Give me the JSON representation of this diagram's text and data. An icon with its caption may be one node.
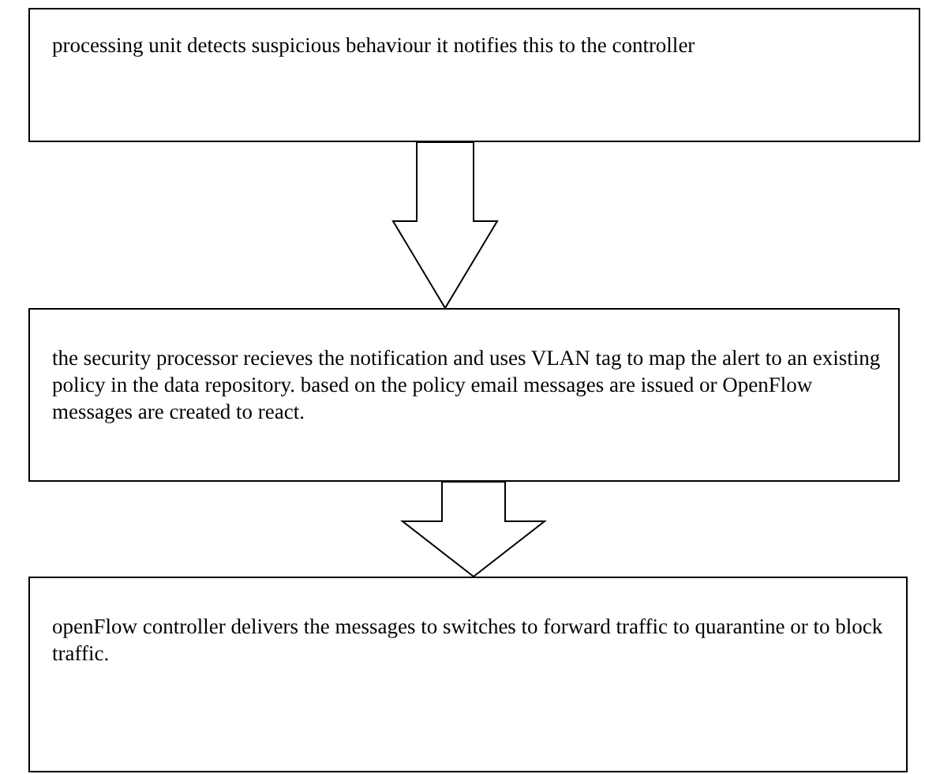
{
  "diagram": {
    "nodes": [
      {
        "text": [
          "processing unit detects suspicious behaviour it notifies this to the controller"
        ]
      },
      {
        "text": [
          "the security processor recieves the notification and uses VLAN tag to map the alert to an existing policy in the data repository. based on the policy email messages are issued or OpenFlow messages are created to react."
        ]
      },
      {
        "text": [
          "openFlow controller delivers the messages to switches to forward traffic to quarantine or to block traffic."
        ]
      }
    ],
    "edges": [
      {
        "from": 0,
        "to": 1,
        "arrow": "to"
      },
      {
        "from": 1,
        "to": 2,
        "arrow": "to"
      }
    ]
  }
}
